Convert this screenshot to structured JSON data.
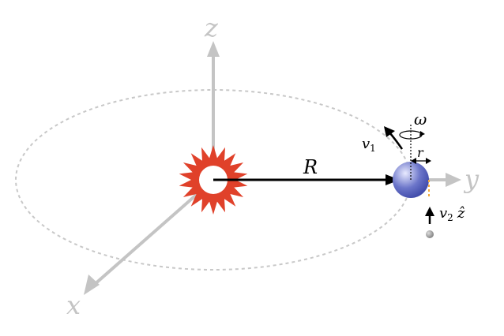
{
  "axes": {
    "x_label": "x",
    "y_label": "y",
    "z_label": "z",
    "color": "#c4c4c4"
  },
  "orbit": {
    "color": "#c8c8c8"
  },
  "star": {
    "color": "#e0412a"
  },
  "planet": {
    "color": "#3b46a6",
    "highlight": "#e8eaff"
  },
  "labels": {
    "radius": "R",
    "v1_symbol": "v",
    "v1_sub": "1",
    "omega": "ω",
    "small_r": "r",
    "v2_symbol": "v",
    "v2_sub": "2",
    "v2_hat": "ẑ"
  },
  "particle": {
    "color": "#808080"
  },
  "accent": {
    "dash_color": "#f2a93b"
  }
}
